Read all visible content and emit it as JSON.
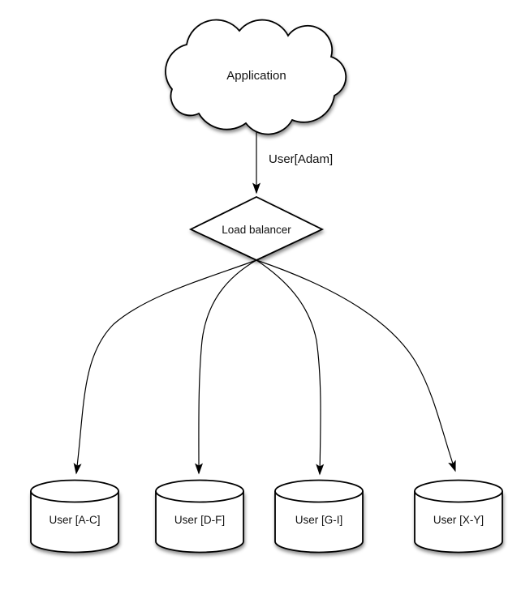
{
  "diagram": {
    "application": {
      "label": "Application",
      "shape": "cloud"
    },
    "request_edge": {
      "label": "User[Adam]"
    },
    "load_balancer": {
      "label": "Load balancer",
      "shape": "diamond"
    },
    "shards": [
      {
        "label": "User [A-C]",
        "shape": "cylinder"
      },
      {
        "label": "User [D-F]",
        "shape": "cylinder"
      },
      {
        "label": "User [G-I]",
        "shape": "cylinder"
      },
      {
        "label": "User [X-Y]",
        "shape": "cylinder"
      }
    ],
    "colors": {
      "stroke": "#000000",
      "node_fill": "#ffffff",
      "text": "#111111",
      "background": "#ffffff",
      "shadow": "rgba(0,0,0,0.45)"
    }
  }
}
